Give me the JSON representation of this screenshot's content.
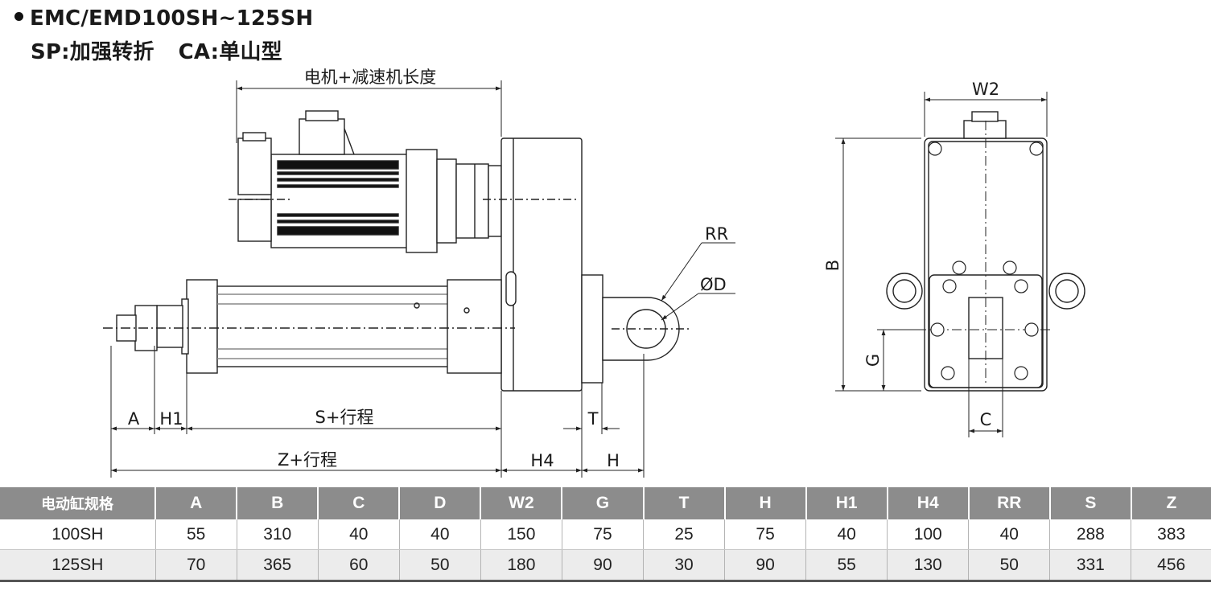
{
  "header": {
    "title": "EMC/EMD100SH~125SH",
    "option_sp": "SP:加强转折",
    "option_ca": "CA:单山型"
  },
  "drawing": {
    "motor_length_label": "电机+减速机长度",
    "rr_label": "RR",
    "od_label": "ØD",
    "a_label": "A",
    "h1_label": "H1",
    "s_label": "S+行程",
    "t_label": "T",
    "z_label": "Z+行程",
    "h4_label": "H4",
    "h_label": "H",
    "w2_label": "W2",
    "b_label": "B",
    "g_label": "G",
    "c_label": "C"
  },
  "table": {
    "headers": [
      "电动缸规格",
      "A",
      "B",
      "C",
      "D",
      "W2",
      "G",
      "T",
      "H",
      "H1",
      "H4",
      "RR",
      "S",
      "Z"
    ],
    "rows": [
      [
        "100SH",
        "55",
        "310",
        "40",
        "40",
        "150",
        "75",
        "25",
        "75",
        "40",
        "100",
        "40",
        "288",
        "383"
      ],
      [
        "125SH",
        "70",
        "365",
        "60",
        "50",
        "180",
        "90",
        "30",
        "90",
        "55",
        "130",
        "50",
        "331",
        "456"
      ]
    ]
  }
}
